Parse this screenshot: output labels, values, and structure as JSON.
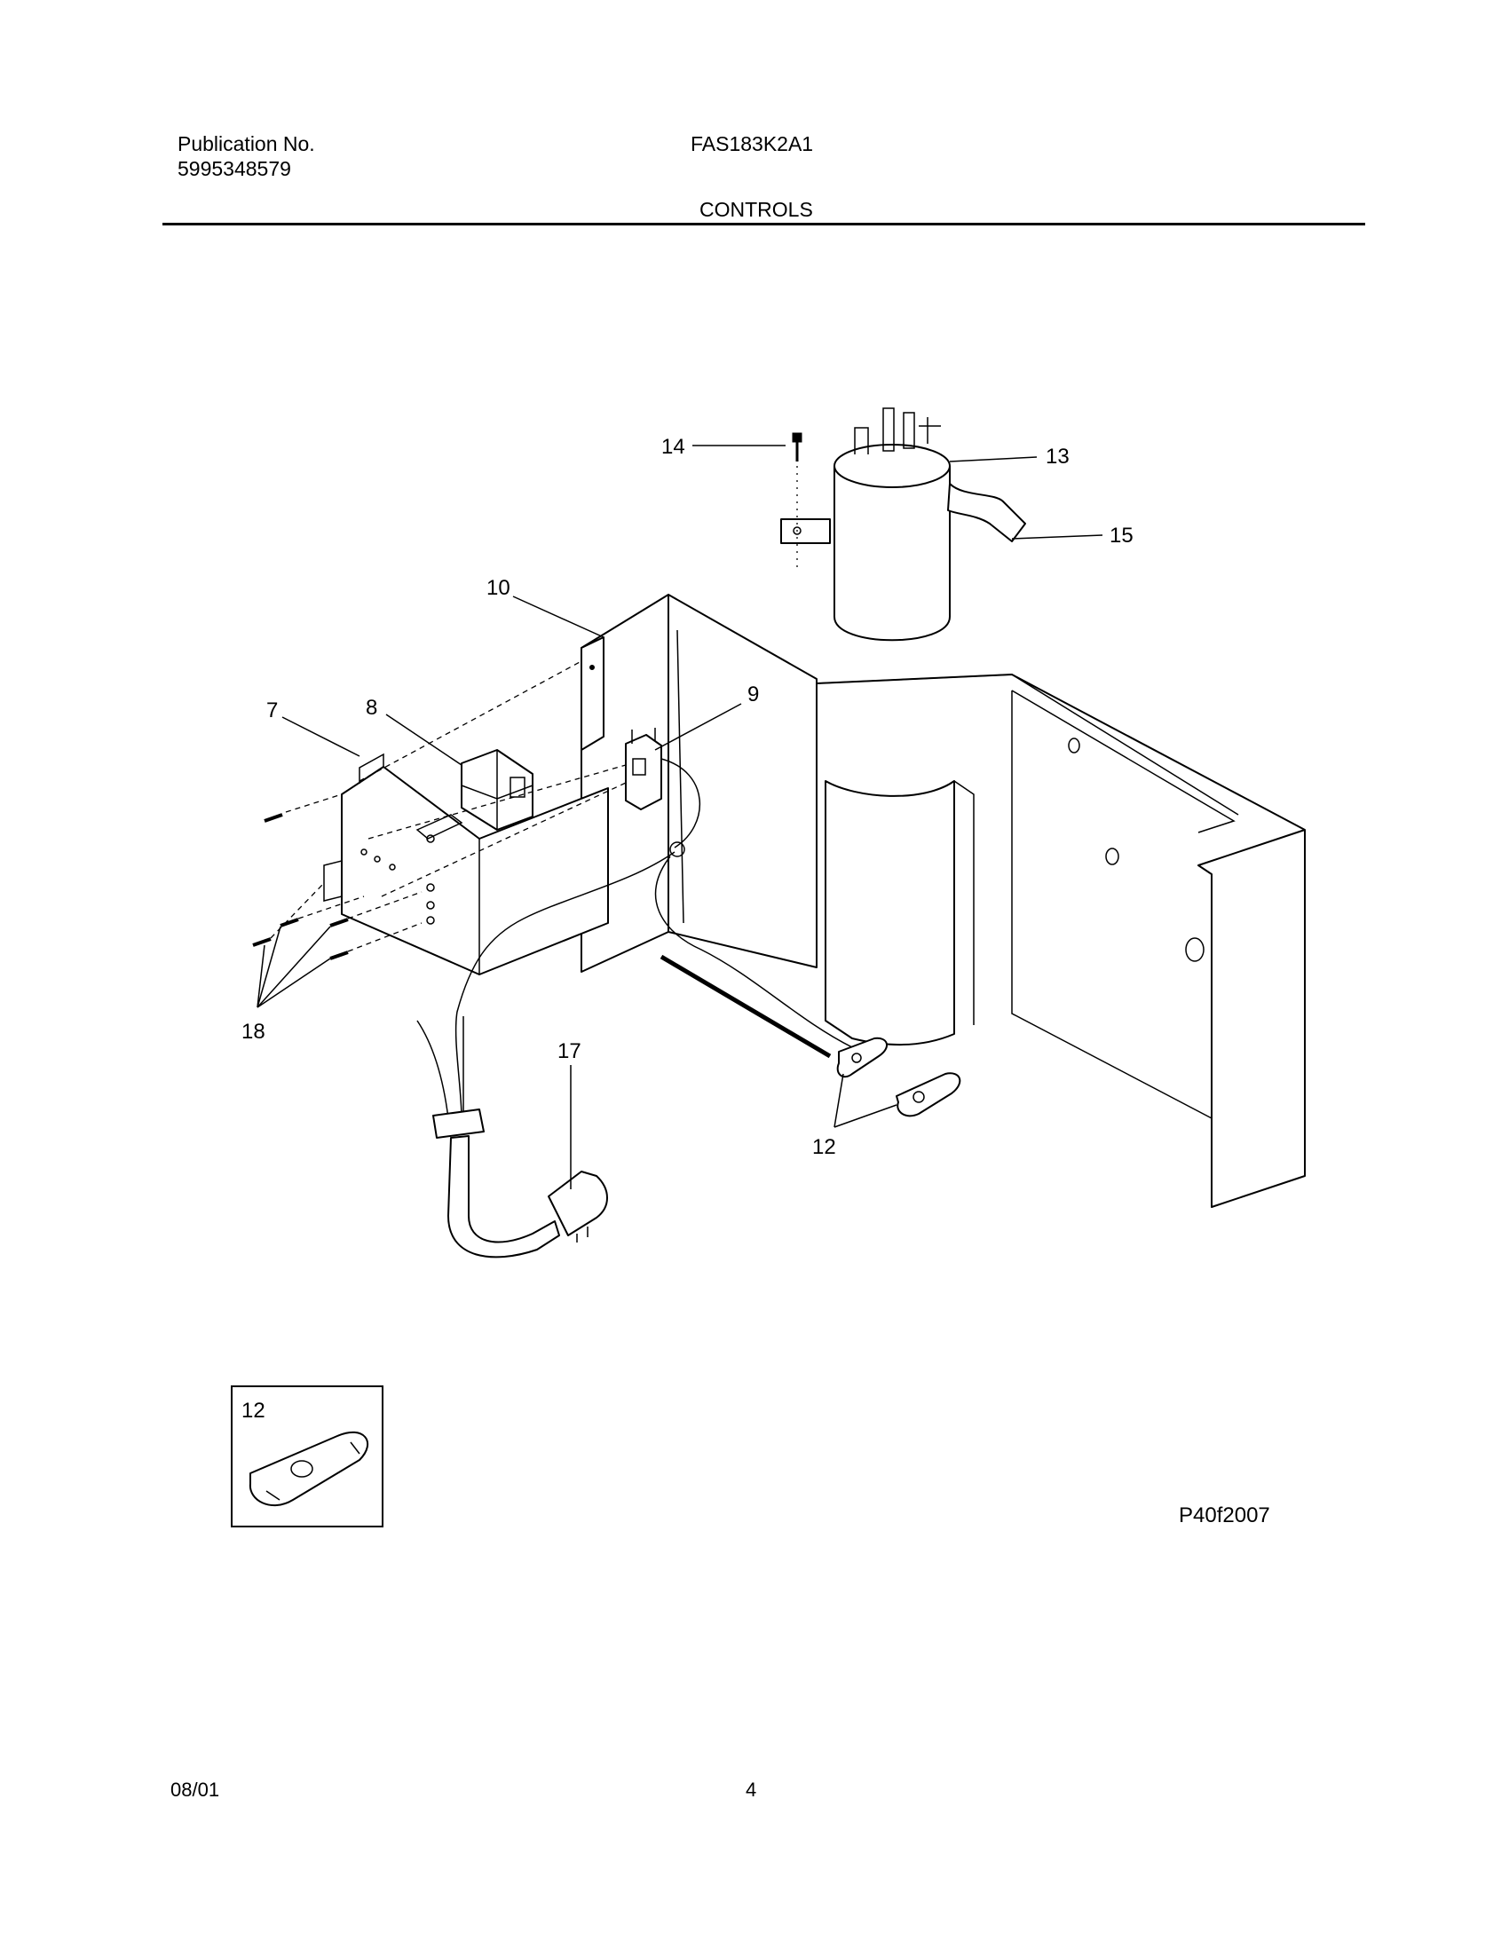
{
  "header": {
    "publication_label": "Publication No.",
    "publication_number": "5995348579",
    "model": "FAS183K2A1",
    "section": "CONTROLS"
  },
  "callouts": {
    "p7": "7",
    "p8": "8",
    "p9": "9",
    "p10": "10",
    "p12": "12",
    "p12_inset": "12",
    "p13": "13",
    "p14": "14",
    "p15": "15",
    "p17": "17",
    "p18": "18"
  },
  "figure_code": "P40f2007",
  "footer": {
    "date": "08/01",
    "page": "4"
  }
}
